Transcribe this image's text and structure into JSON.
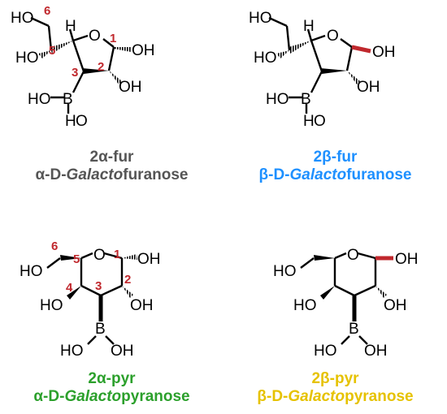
{
  "colors": {
    "bond": "#000000",
    "anomeric_bond": "#c0282d",
    "atom_number": "#c0282d",
    "alpha_fur": "#555555",
    "beta_fur": "#1e90ff",
    "alpha_pyr": "#2ca02c",
    "beta_pyr": "#e6c200"
  },
  "atoms": {
    "HO": "HO",
    "OH": "OH",
    "O": "O",
    "H": "H",
    "B": "B"
  },
  "numbers": [
    "1",
    "2",
    "3",
    "4",
    "5",
    "6"
  ],
  "structures": [
    {
      "id": "alpha-fur",
      "code_prefix": "2",
      "code_greek": "α",
      "code_suffix": "-fur",
      "name_prefix": "α-D-",
      "name_italic": "Galacto",
      "name_suffix": "furanose"
    },
    {
      "id": "beta-fur",
      "code_prefix": "2",
      "code_greek": "β",
      "code_suffix": "-fur",
      "name_prefix": "β-D-",
      "name_italic": "Galacto",
      "name_suffix": "furanose"
    },
    {
      "id": "alpha-pyr",
      "code_prefix": "2",
      "code_greek": "α",
      "code_suffix": "-pyr",
      "name_prefix": "α-D-",
      "name_italic": "Galacto",
      "name_suffix": "pyranose"
    },
    {
      "id": "beta-pyr",
      "code_prefix": "2",
      "code_greek": "β",
      "code_suffix": "-pyr",
      "name_prefix": "β-D-",
      "name_italic": "Galacto",
      "name_suffix": "pyranose"
    }
  ]
}
